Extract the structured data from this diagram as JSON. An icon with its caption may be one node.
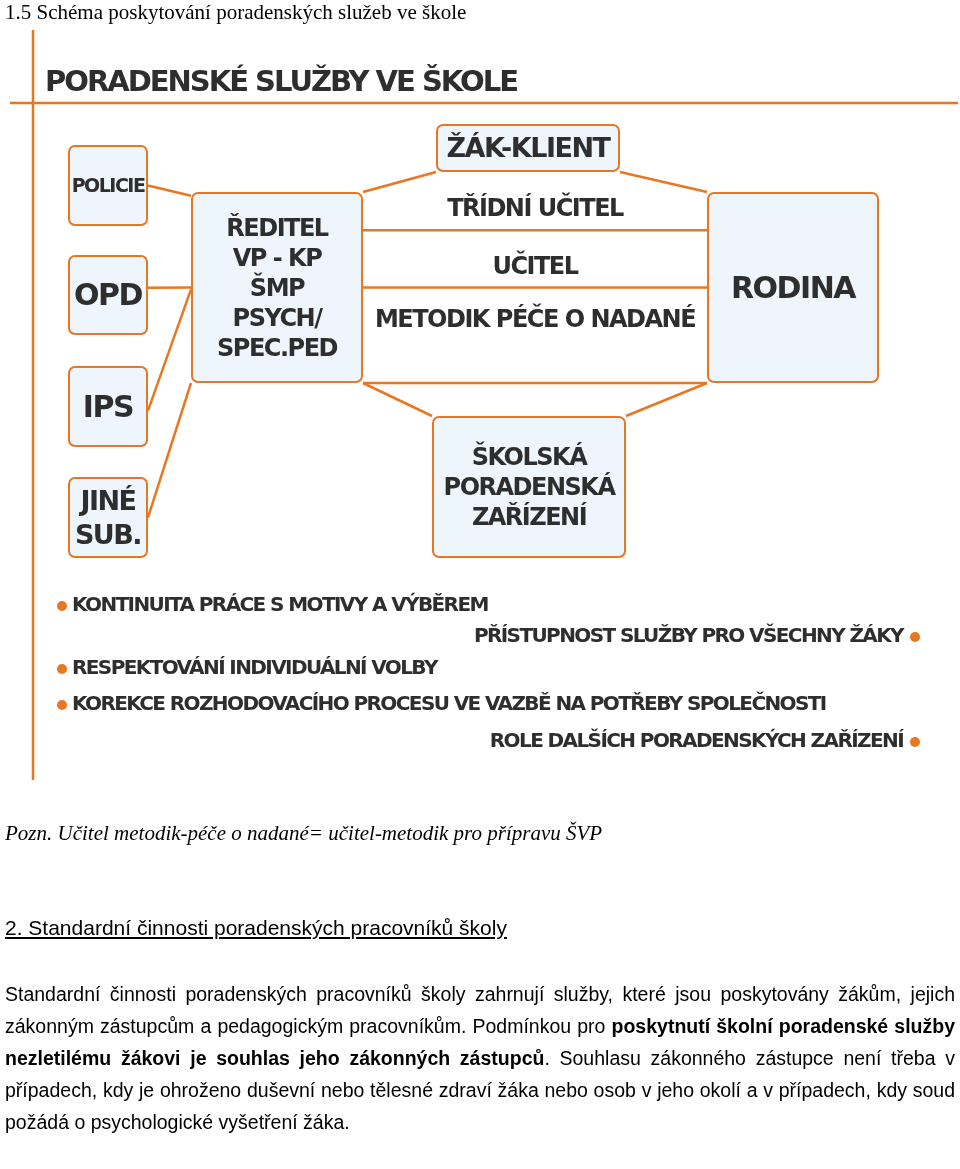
{
  "diagram": {
    "title": "PORADENSKÉ SLUŽBY VE ŠKOLE",
    "nodes": [
      {
        "text": [
          "ŽÁK-KLIENT"
        ]
      },
      {
        "text": [
          "POLICIE"
        ]
      },
      {
        "text": [
          "ŘEDITEL",
          "VP - KP",
          "ŠMP",
          "PSYCH/ SPEC.PED"
        ]
      },
      {
        "text": [
          "RODINA"
        ]
      },
      {
        "text": [
          "OPD"
        ]
      },
      {
        "text": [
          "IPS"
        ]
      },
      {
        "text": [
          "JINÉ SUB."
        ]
      },
      {
        "text": [
          "ŠKOLSKÁ PORADENSKÁ ZAŘÍZENÍ"
        ]
      }
    ],
    "edges": [
      {
        "from": 1,
        "to": 2,
        "arrow": "none"
      },
      {
        "from": 4,
        "to": 2,
        "arrow": "none"
      },
      {
        "from": 5,
        "to": 2,
        "arrow": "none"
      },
      {
        "from": 6,
        "to": 2,
        "arrow": "none"
      },
      {
        "from": 2,
        "to": 0,
        "arrow": "none"
      },
      {
        "from": 0,
        "to": 3,
        "arrow": "none"
      },
      {
        "from": 2,
        "to": 3,
        "arrow": "none"
      },
      {
        "from": 2,
        "to": 3,
        "arrow": "none"
      },
      {
        "from": 2,
        "to": 3,
        "arrow": "none"
      },
      {
        "from": 2,
        "to": 7,
        "arrow": "none"
      },
      {
        "from": 7,
        "to": 3,
        "arrow": "none"
      }
    ],
    "labels": [
      "1.5 Schéma poskytování poradenských služeb ve škole",
      "TŘÍDNÍ UČITEL",
      "UČITEL",
      "METODIK PÉČE O NADANÉ",
      "KONTINUITA PRÁCE S MOTIVY A VÝBĚREM",
      "PŘÍSTUPNOST SLUŽBY PRO VŠECHNY ŽÁKY",
      "RESPEKTOVÁNÍ INDIVIDUÁLNÍ VOLBY",
      "KOREKCE ROZHODOVACÍHO PROCESU VE VAZBĚ NA POTŘEBY SPOLEČNOSTI",
      "ROLE DALŠÍCH PORADENSKÝCH ZAŘÍZENÍ",
      "Pozn. Učitel metodik-péče o nadané= učitel-metodik pro přípravu ŠVP",
      "2. Standardní činnosti poradenských pracovníků školy",
      "Standardní činnosti poradenských pracovníků školy zahrnují služby, které jsou poskytovány žákům, jejich zákonným zástupcům a pedagogickým pracovníkům. Podmínkou pro **poskytnutí školní poradenské služby nezletilému žákovi je souhlas jeho zákonných zástupců**. Souhlasu zákonného zástupce není třeba v případech, kdy je ohroženo duševní nebo tělesné zdraví žáka nebo osob v jeho okolí a v případech, kdy soud požádá o psychologické vyšetření žáka."
    ]
  }
}
